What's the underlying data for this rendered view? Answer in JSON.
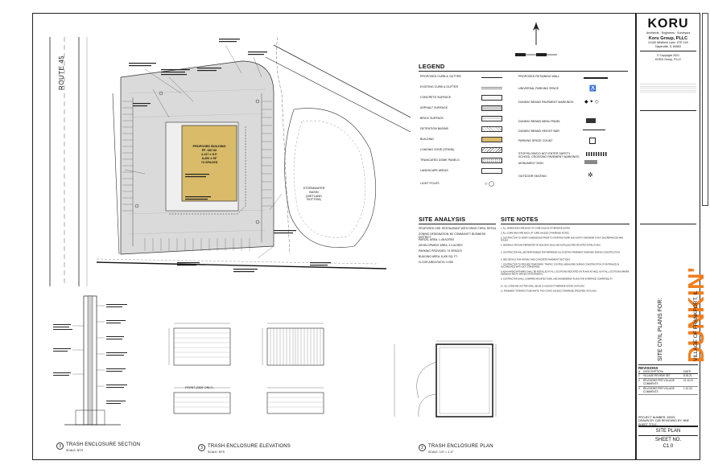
{
  "route_label": "ROUTE 45",
  "site": {
    "building_lines": [
      "PROPOSED BUILDING",
      "FF: 687.00",
      "2,137 ± S.F.",
      "8,400 ± SF",
      "74 SPACES"
    ],
    "storm_basin_lines": [
      "STORMWATER",
      "BASIN",
      "(WETLAND",
      "BOTTOM)"
    ]
  },
  "legend": {
    "title": "LEGEND",
    "left": [
      "PROPOSED CURB & GUTTER",
      "EXISTING CURB & GUTTER",
      "CONCRETE SURFACE",
      "ASPHALT SURFACE",
      "BRICK SURFACE",
      "DETENTION BASINS",
      "BUILDING",
      "LOADING ZONE (STAND)",
      "TRUNCATED DOME PANELS",
      "LANDSCAPE AREAS",
      "LIGHT POLES"
    ],
    "right": [
      "PROPOSED RETAINING WALL",
      "UNIVERSAL PARKING SPACE",
      "DUNKIN' BRAND PAVEMENT MARKINGS",
      "DUNKIN' BRAND MENU PANEL",
      "DUNKIN' BRAND HEIGHT BAR",
      "PARKING SPACE COUNT",
      "STOP/SLOW/DO NOT ENTER SAFETY SCHOOL CROSSING PAVEMENT MARKINGS",
      "MONUMENT SIGN",
      "OUTDOOR SEATING"
    ],
    "building_color": "#d9bb6a"
  },
  "site_analysis": {
    "title": "SITE ANALYSIS",
    "lines": [
      "PROPOSED USE: RESTAURANT WITH DRIVE-THRU, RETAIL",
      "ZONING DESIGNATION: B2 COMMUNITY BUSINESS DISTRICT",
      "PARCEL AREA: 1.48 ACRES",
      "DEVELOPMENT AREA: 2.0 ACRES",
      "PARKING PROVIDED: 74 SPACES",
      "BUILDING AREA: 8,400 SQ. FT.",
      "FLOOR AREA RATIO: 0.083"
    ]
  },
  "site_notes": {
    "title": "SITE NOTES",
    "items": [
      "1. ALL DIMENSIONS ARE BACK OF CURB UNLESS OTHERWISE NOTED.",
      "2. ALL CURB RADII ARE BACK OF CURB UNLESS OTHERWISE NOTED.",
      "3. CONTRACTOR TO VERIFY DIMENSIONS PRIOR TO STARTING WORK AND NOTIFY ENGINEER IF ANY DISCREPANCIES ARE FOUND.",
      "4. SIDEWALK AROUND PERIMETER OF BUILDING SHALL BE INSTALLED PER ARCHITECTURAL PLANS.",
      "5. CONTRACTOR WILL BE RESPONSIBLE FOR REPAIRING ALL EXISTING PAVEMENT DAMAGED DURING CONSTRUCTION.",
      "6. SEE DETAILS FOR ASPHALT AND CONCRETE PAVEMENT SECTIONS.",
      "7. CONTRACTOR TO PROVIDE TEMPORARY TRAFFIC CONTROL MEASURES DURING CONSTRUCTION OF ENTRANCE IN ACCORDANCE WITH IDOT STANDARDS.",
      "8. ADA HANDICAP RAMPS SHALL BE INSTALLED AT ALL LOCATIONS INDICATED ON PLANS AS WELL AS AT ALL LOCATIONS WHERE SIDEWALK ABUTS DRIVES OR ROADWAYS.",
      "9. CONTRACTOR SHALL COMPARE ARCHITECTURAL AND ENGINEERING PLANS FOR INTERFACE COMPATIBILITY.",
      "10. ALL CURB AND GUTTER SHALL BE B6.12 UNLESS OTHERWISE NOTED ON PLANS.",
      "11. PAVEMENT STRIPING TO BE WHITE, TWO COATS UNLESS OTHERWISE SPECIFIED ON PLANS."
    ]
  },
  "details": {
    "section": {
      "num": "3",
      "title": "TRASH ENCLOSURE SECTION",
      "scale": "SCALE: NTS"
    },
    "elevations": {
      "num": "3",
      "title": "TRASH ENCLOSURE ELEVATIONS",
      "scale": "SCALE: NTS",
      "labels": [
        "FRONT (SIDE ONLY)"
      ]
    },
    "plan": {
      "num": "2",
      "title": "TRASH ENCLOSURE PLAN",
      "scale": "SCALE: 1/4\" = 1'-0\""
    }
  },
  "title_block": {
    "logo": "KORU",
    "tagline": "Architects · Engineers · Surveyors",
    "firm": "Koru Group, PLLC",
    "address_lines": [
      "21150 Whitfield Lane, STE 100",
      "Naperville, IL 60563"
    ],
    "copyright_lines": [
      "© Copyright 2021",
      "KORU Group, PLLC"
    ],
    "side_vertical": "SITE CIVIL PLANS FOR:",
    "brand_word": "DUNKIN'",
    "brand_color": "#f07e1d",
    "location_vertical": "VILLAGE OF FRANKFORT, IL",
    "revisions_title": "REVISIONS",
    "rev_header": [
      "#",
      "DESCRIPTION",
      "DATE"
    ],
    "revisions": [
      [
        "1",
        "VILLAGE REVIEW SET",
        "8.16.21"
      ],
      [
        "2",
        "REVISIONS PER VILLAGE COMMENTS",
        "11.10.21"
      ],
      [
        "3",
        "REVISIONS PER VILLAGE COMMENTS",
        "1.12.24"
      ]
    ],
    "meta_lines": [
      "PROJECT NUMBER: 20003",
      "DRAWN BY: DJB    REVIEWED BY: BNE",
      "SHEET TITLE:"
    ],
    "sheet_title": "SITE PLAN",
    "sheet_no_label": "SHEET NO.",
    "sheet_no": "C1.0"
  }
}
